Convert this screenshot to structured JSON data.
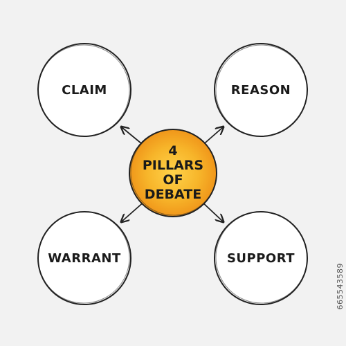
{
  "diagram": {
    "center": {
      "lines": [
        "4",
        "Pillars",
        "of",
        "Debate"
      ],
      "fill_color": "#f39c12",
      "highlight_color": "#ffd24a"
    },
    "nodes": {
      "top_left": "Claim",
      "top_right": "Reason",
      "bottom_left": "Warrant",
      "bottom_right": "Support"
    },
    "stroke_color": "#222222",
    "arrow_style": "bidirectional-outward"
  },
  "stock_id": "665543589"
}
